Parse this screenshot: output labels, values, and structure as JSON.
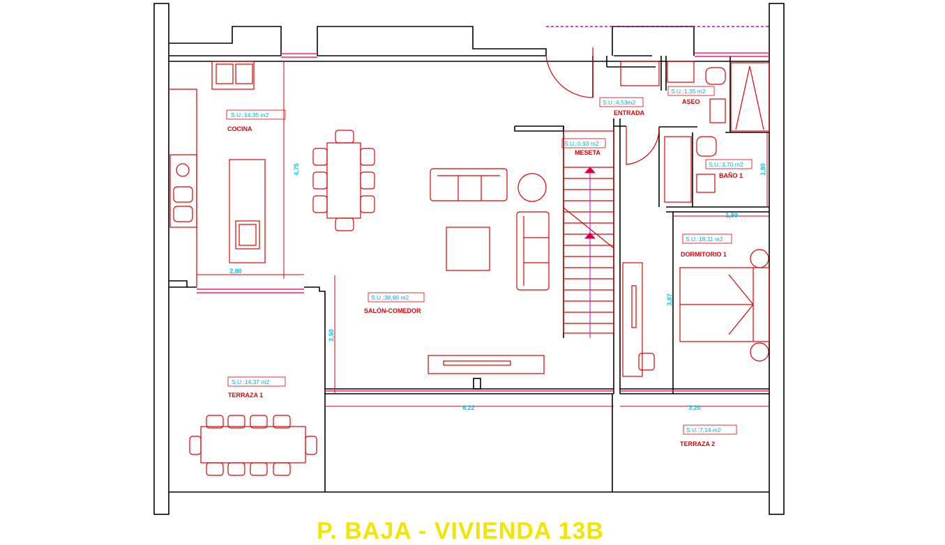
{
  "title": "P. BAJA - VIVIENDA 13B",
  "colors": {
    "wall": "#000000",
    "furniture": "#e00000",
    "window": "#ff1a6e",
    "dimension": "#00c8f0",
    "label": "#e00000",
    "title": "#f2e600",
    "stair_axis": "#cc00cc"
  },
  "rooms": {
    "cocina": {
      "name": "COCINA",
      "su": "S.U.:14,35 m2"
    },
    "salon": {
      "name": "SALÓN-COMEDOR",
      "su": "S.U.:38,90 m2"
    },
    "terraza1": {
      "name": "TERRAZA 1",
      "su": "S.U.:14,37 m2"
    },
    "entrada": {
      "name": "ENTRADA",
      "su": "S.U.:4,53m2"
    },
    "aseo": {
      "name": "ASEO",
      "su": "S.U.:1,35 m2"
    },
    "meseta": {
      "name": "MESETA",
      "su": "S.U.:0,93 m2"
    },
    "bano1": {
      "name": "BAÑO 1",
      "su": "S.U.:3,70 m2"
    },
    "dormitorio1": {
      "name": "DORMITORIO 1",
      "su": "S.U.:18,11 m2"
    },
    "terraza2": {
      "name": "TERRAZA 2",
      "su": "S.U.:7,14 m2"
    }
  },
  "dimensions": {
    "cocina_height": "4,75",
    "cocina_width": "2,80",
    "salon_height": "2,50",
    "salon_width": "6,22",
    "dormitorio_height": "3,87",
    "dormitorio_width": "3,20",
    "bano_width": "1,80",
    "bano_height": "1,80"
  }
}
